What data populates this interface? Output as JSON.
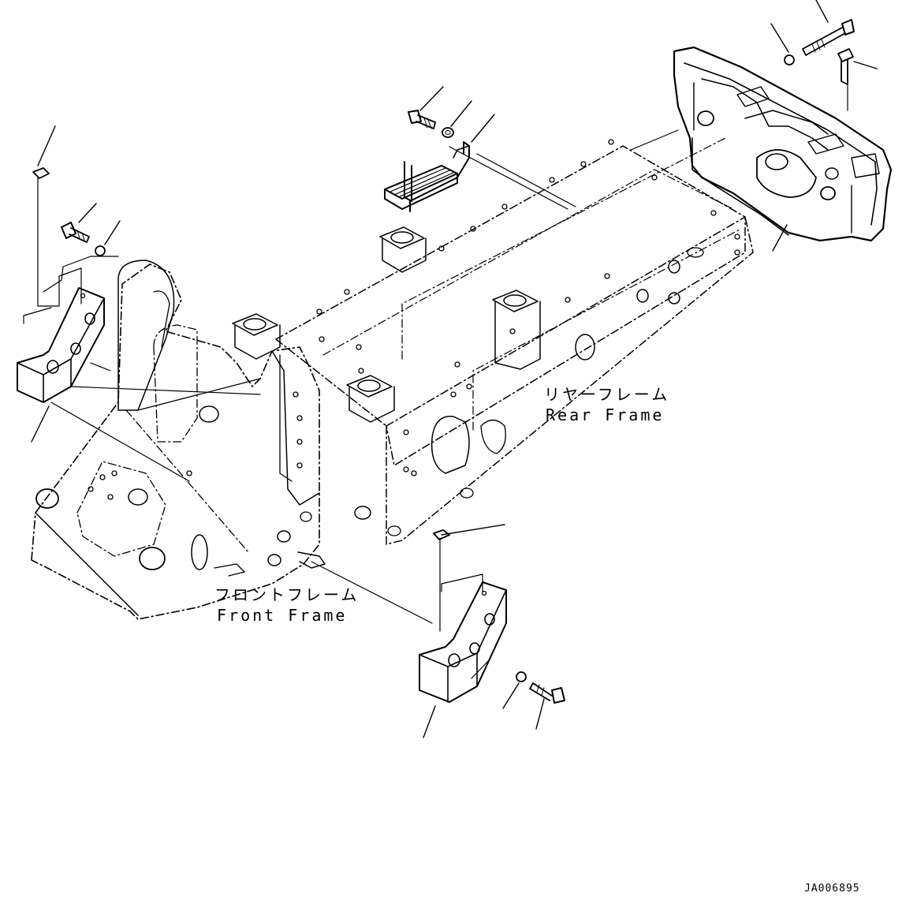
{
  "labels": {
    "rear_frame_jp": "リヤーフレーム",
    "rear_frame_en": "Rear Frame",
    "front_frame_jp": "フロントフレーム",
    "front_frame_en": "Front Frame"
  },
  "drawing_number": "JA006895",
  "colors": {
    "line": "#000000",
    "background": "#ffffff"
  }
}
